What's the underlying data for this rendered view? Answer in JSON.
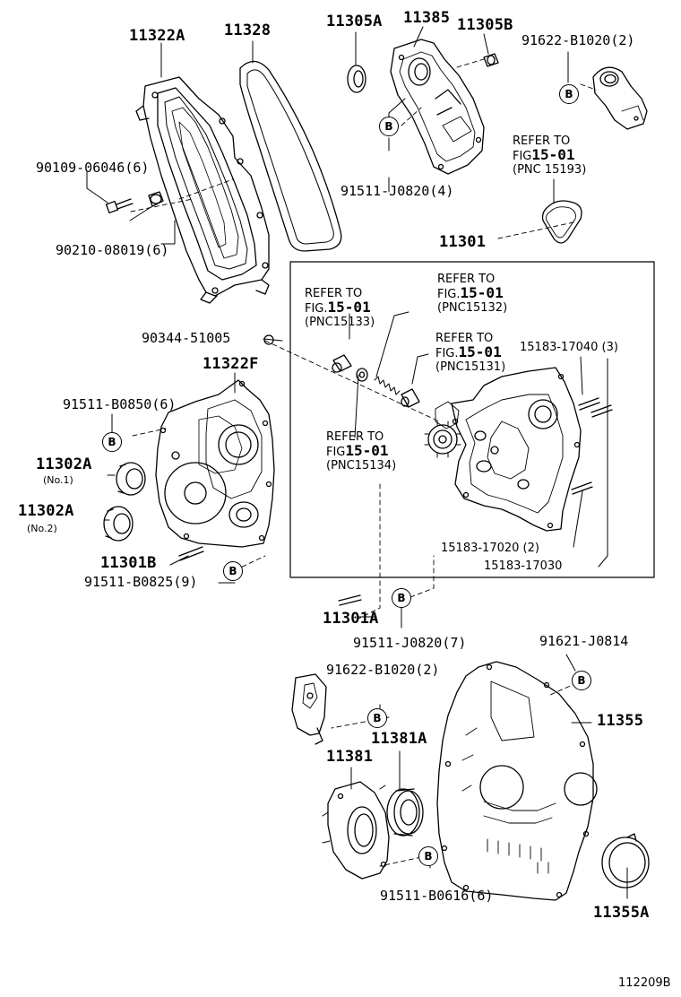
{
  "callout_symbol": "B",
  "diagram_code": "112209B",
  "labels": {
    "p11322A": "11322A",
    "p11328": "11328",
    "p11305A": "11305A",
    "p11385": "11385",
    "p11305B": "11305B",
    "p91622_top": "91622-B1020(2)",
    "p90109": "90109-06046(6)",
    "p90210": "90210-08019(6)",
    "p91511_j0820_4": "91511-J0820(4)",
    "p11301": "11301",
    "p90344": "90344-51005",
    "p11322F": "11322F",
    "p91511_b0850": "91511-B0850(6)",
    "p11302A_1": "11302A",
    "no1": "(No.1)",
    "p11302A_2": "11302A",
    "no2": "(No.2)",
    "p11301B": "11301B",
    "p91511_b0825": "91511-B0825(9)",
    "p15183_17040": "15183-17040 (3)",
    "p15183_17020": "15183-17020 (2)",
    "p15183_17030": "15183-17030",
    "p11301A": "11301A",
    "p91511_j0820_7": "91511-J0820(7)",
    "p91621": "91621-J0814",
    "p91622_mid": "91622-B1020(2)",
    "p11355": "11355",
    "p11381A": "11381A",
    "p11381": "11381",
    "p91511_b0616": "91511-B0616(6)",
    "p11355A": "11355A"
  },
  "refs": {
    "r15193": {
      "line1": "REFER TO",
      "line2_prefix": "FIG",
      "line2_num": "15-01",
      "line3": "(PNC 15193)"
    },
    "r15133": {
      "line1": "REFER TO",
      "line2_prefix": "FIG.",
      "line2_num": "15-01",
      "line3": "(PNC15133)"
    },
    "r15132": {
      "line1": "REFER TO",
      "line2_prefix": "FIG.",
      "line2_num": "15-01",
      "line3": "(PNC15132)"
    },
    "r15131": {
      "line1": "REFER TO",
      "line2_prefix": "FIG.",
      "line2_num": "15-01",
      "line3": "(PNC15131)"
    },
    "r15134": {
      "line1": "REFER TO",
      "line2_prefix": "FIG",
      "line2_num": "15-01",
      "line3": "(PNC15134)"
    }
  }
}
